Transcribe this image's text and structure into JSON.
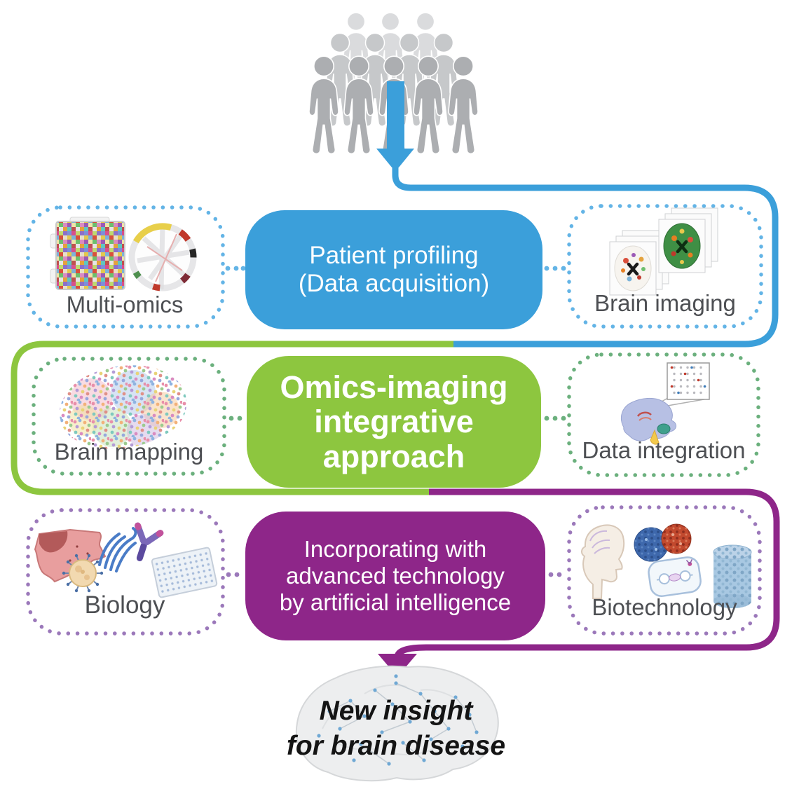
{
  "figure": {
    "source": {
      "icon": "crowd-of-people-icon"
    },
    "rows": [
      {
        "center_label": "Patient profiling\n(Data acquisition)",
        "left": {
          "label": "Multi-omics",
          "icons": [
            "tissue-mosaic-icon",
            "circos-plot-icon"
          ]
        },
        "right": {
          "label": "Brain imaging",
          "icons": [
            "mri-slice-stack-icon",
            "pet-slice-stack-icon"
          ]
        },
        "accent": "#3B9FDA",
        "dot_color": "#63B4E6"
      },
      {
        "center_label": "Omics-imaging\nintegrative\napproach",
        "left": {
          "label": "Brain mapping",
          "icons": [
            "pointillist-brain-icon"
          ]
        },
        "right": {
          "label": "Data integration",
          "icons": [
            "brain-sagittal-icon",
            "data-matrix-icon"
          ]
        },
        "accent": "#8DC63F",
        "dot_color": "#6BB07D"
      },
      {
        "center_label": "Incorporating with\nadvanced technology\nby artificial intelligence",
        "left": {
          "label": "Biology",
          "icons": [
            "tissue-icon",
            "virus-icon",
            "protein-ribbon-icon",
            "antibody-icon",
            "microplate-icon"
          ]
        },
        "right": {
          "label": "Biotechnology",
          "icons": [
            "head-profile-icon",
            "organoids-icon",
            "microfluidic-chip-icon",
            "scaffold-cylinder-icon"
          ]
        },
        "accent": "#8E2689",
        "dot_color": "#9B78BA"
      }
    ],
    "outcome": {
      "label": "New insight\nfor brain disease",
      "icon": "brain-network-icon"
    }
  },
  "colors": {
    "blue": "#3B9FDA",
    "green": "#8DC63F",
    "purple": "#8E2689",
    "blue_dots": "#63B4E6",
    "green_dots": "#6BB07D",
    "purple_dots": "#9B78BA",
    "label_text": "#4D4F53",
    "crowd_front": "#ACAEB1",
    "crowd_mid": "#C6C8CA",
    "crowd_back": "#DADBDD"
  }
}
